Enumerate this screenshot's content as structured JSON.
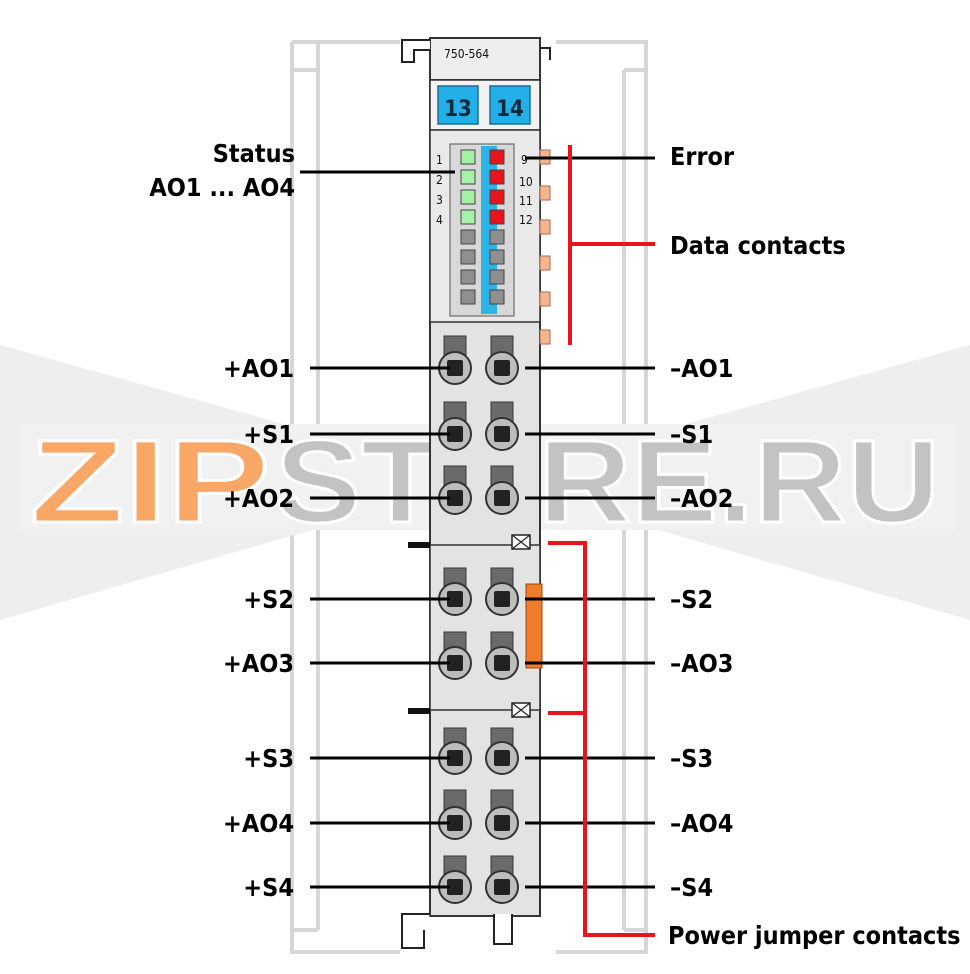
{
  "watermark": {
    "zip": "ZIP",
    "store": "STORE.RU"
  },
  "module": {
    "part_number": "750-564",
    "header_numbers": [
      "13",
      "14"
    ],
    "led_numbers_left": [
      "1",
      "2",
      "3",
      "4"
    ],
    "led_numbers_right": [
      "9",
      "10",
      "11",
      "12"
    ]
  },
  "labels": {
    "status_line1": "Status",
    "status_line2": "AO1 ... AO4",
    "error": "Error",
    "data_contacts": "Data contacts",
    "power_jumper_contacts": "Power jumper contacts",
    "left_terminals": [
      "+AO1",
      "+S1",
      "+AO2",
      "+S2",
      "+AO3",
      "+S3",
      "+AO4",
      "+S4"
    ],
    "right_terminals": [
      "–AO1",
      "–S1",
      "–AO2",
      "–S2",
      "–AO3",
      "–S3",
      "–AO4",
      "–S4"
    ]
  },
  "colors": {
    "led_green": "#a6f0a8",
    "led_red": "#e8141c",
    "led_gray": "#8f8f8f",
    "blue_strip": "#2cb4e6",
    "header_blue": "#23b0e8",
    "bracket_red": "#e8141c",
    "data_contact_orange": "#f5b58f",
    "jumper_orange": "#f07c2a",
    "watermark_orange": "#f8a766",
    "watermark_gray": "#c3c3c3"
  }
}
